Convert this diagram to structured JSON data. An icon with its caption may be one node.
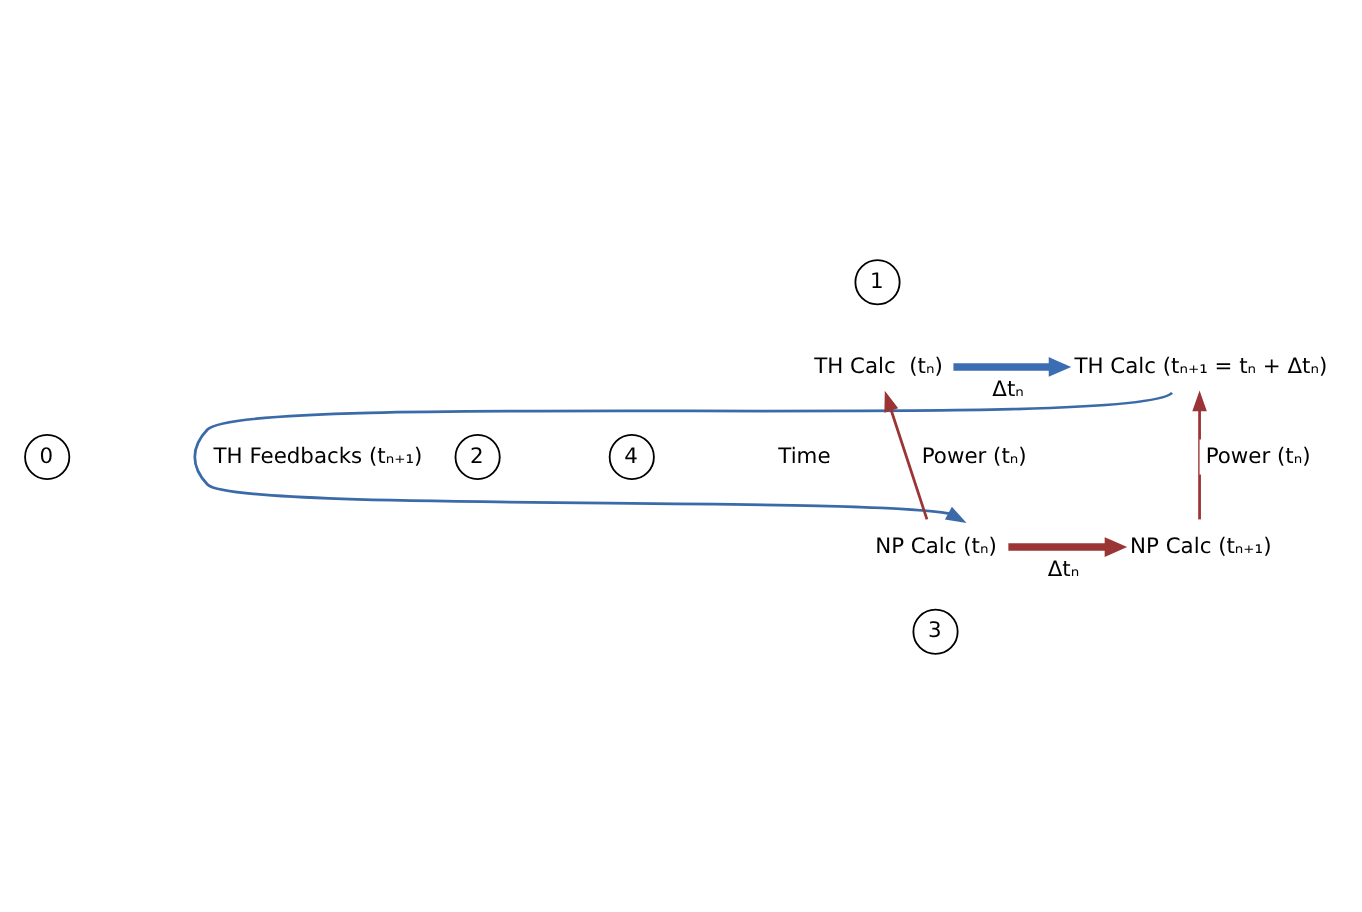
{
  "diagram": {
    "nodes": [
      {
        "text": [
          "TH Calc  (tₙ)"
        ]
      },
      {
        "text": [
          "TH Calc (tₙ₊₁ = tₙ + Δtₙ)"
        ]
      },
      {
        "text": [
          "NP Calc (tₙ)"
        ]
      },
      {
        "text": [
          "NP Calc (tₙ₊₁)"
        ]
      },
      {
        "text": [
          "1"
        ]
      },
      {
        "text": [
          "2"
        ]
      },
      {
        "text": [
          "0"
        ]
      },
      {
        "text": [
          "3"
        ]
      },
      {
        "text": [
          "4"
        ]
      }
    ],
    "edges": [
      {
        "from": 0,
        "to": 1,
        "arrow": "to",
        "label": "Δtₙ",
        "style": "thick",
        "color": "#3b6db3"
      },
      {
        "from": 1,
        "to": 2,
        "arrow": "to",
        "label": "TH Feedbacks (tₙ₊₁)",
        "color": "#3b6aa8"
      },
      {
        "from": 2,
        "to": 3,
        "arrow": "to",
        "label": "Δtₙ",
        "style": "thick"
      },
      {
        "from": 2,
        "to": 0,
        "arrow": "to",
        "label": "Power (tₙ)"
      },
      {
        "from": 3,
        "to": 1,
        "arrow": "to",
        "label": "Power (tₙ)"
      }
    ],
    "labels": [
      "Time"
    ]
  }
}
